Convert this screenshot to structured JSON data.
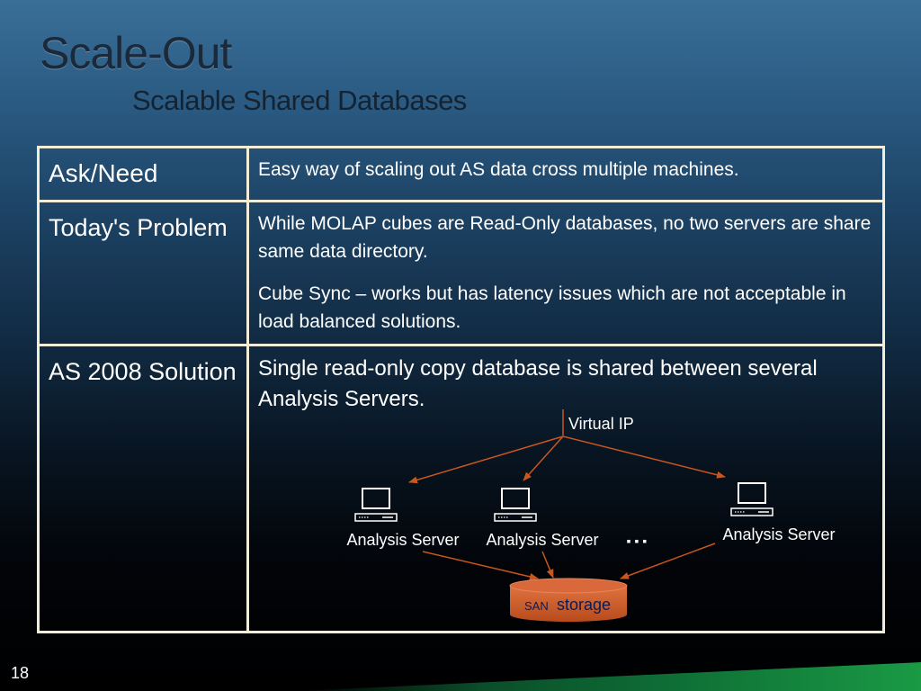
{
  "slide": {
    "title": "Scale-Out",
    "subtitle": "Scalable Shared Databases",
    "page_number": "18"
  },
  "table": {
    "rows": [
      {
        "label": "Ask/Need",
        "paragraphs": [
          "Easy way of scaling out AS data cross multiple machines."
        ]
      },
      {
        "label": "Today's Problem",
        "paragraphs": [
          "While MOLAP cubes are Read-Only databases, no two servers are share same data directory.",
          "Cube Sync – works but has latency issues which are not acceptable in load balanced solutions."
        ]
      },
      {
        "label": "AS 2008 Solution",
        "paragraphs": [
          "Single read-only copy database is shared between several Analysis Servers."
        ]
      }
    ]
  },
  "diagram": {
    "virtual_ip_label": "Virtual IP",
    "server_labels": [
      "Analysis Server",
      "Analysis Server",
      "Analysis Server"
    ],
    "ellipsis": "▪ ▪ ▪",
    "storage_prefix": "SAN",
    "storage_label": "storage",
    "arrow_color": "#c9571d",
    "storage_fill": "#c9572a",
    "icon_names": [
      "computer-icon",
      "computer-icon",
      "computer-icon"
    ]
  }
}
